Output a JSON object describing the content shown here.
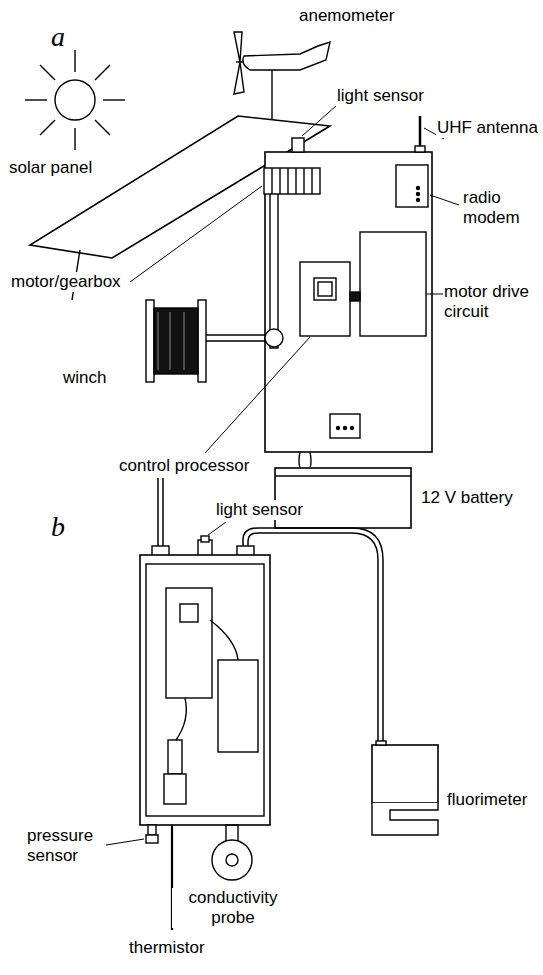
{
  "diagram": {
    "labels": [
      "a",
      "anemometer",
      "light sensor",
      "UHF antenna",
      "solar panel",
      "radio modem",
      "motor/gearbox",
      "motor drive circuit",
      "winch",
      "control processor",
      "12 V battery",
      "b",
      "light sensor",
      "fluorimeter",
      "pressure sensor",
      "thermistor",
      "conductivity probe"
    ]
  }
}
